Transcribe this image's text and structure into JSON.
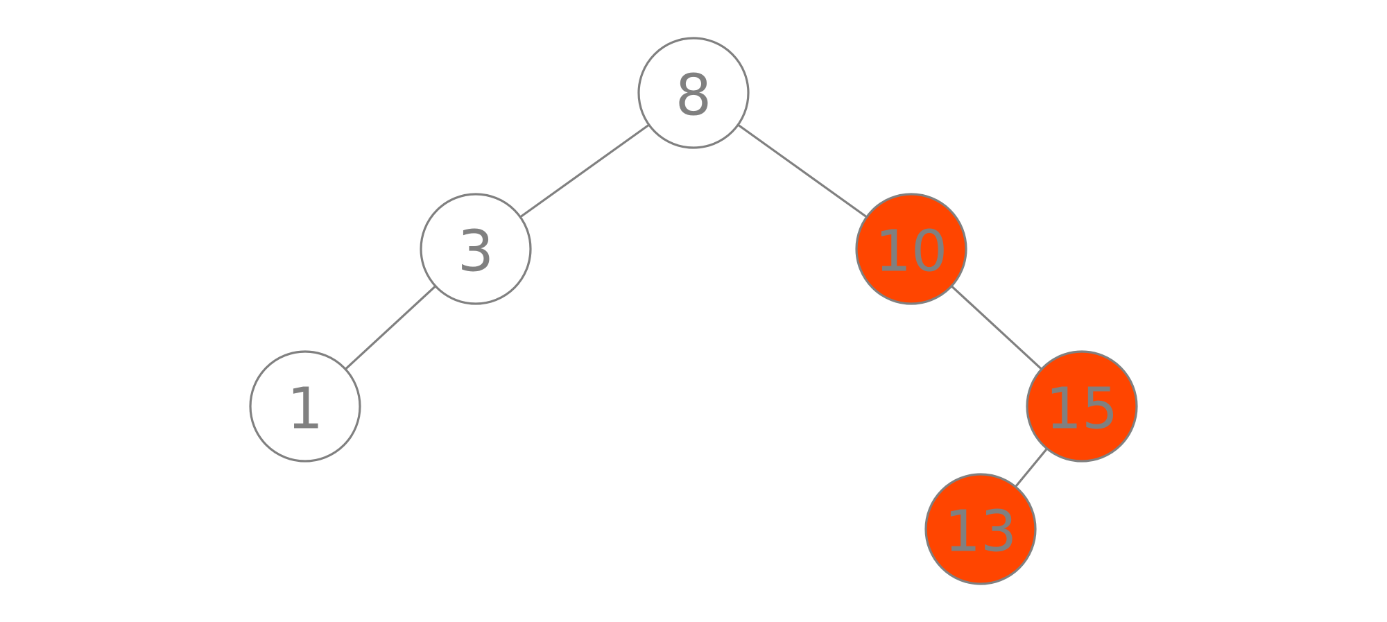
{
  "diagram": {
    "type": "binary-tree",
    "colors": {
      "edge": "#808080",
      "outline": "#808080",
      "label": "#808080",
      "black_fill": "#ffffff",
      "red_fill": "#ff4500"
    },
    "nodes": [
      {
        "id": "n8",
        "label": "8",
        "color": "black"
      },
      {
        "id": "n3",
        "label": "3",
        "color": "black"
      },
      {
        "id": "n10",
        "label": "10",
        "color": "red"
      },
      {
        "id": "n1",
        "label": "1",
        "color": "black"
      },
      {
        "id": "n15",
        "label": "15",
        "color": "red"
      },
      {
        "id": "n13",
        "label": "13",
        "color": "red"
      }
    ],
    "edges": [
      {
        "from": "n8",
        "to": "n3"
      },
      {
        "from": "n8",
        "to": "n10"
      },
      {
        "from": "n3",
        "to": "n1"
      },
      {
        "from": "n10",
        "to": "n15"
      },
      {
        "from": "n15",
        "to": "n13"
      }
    ]
  }
}
